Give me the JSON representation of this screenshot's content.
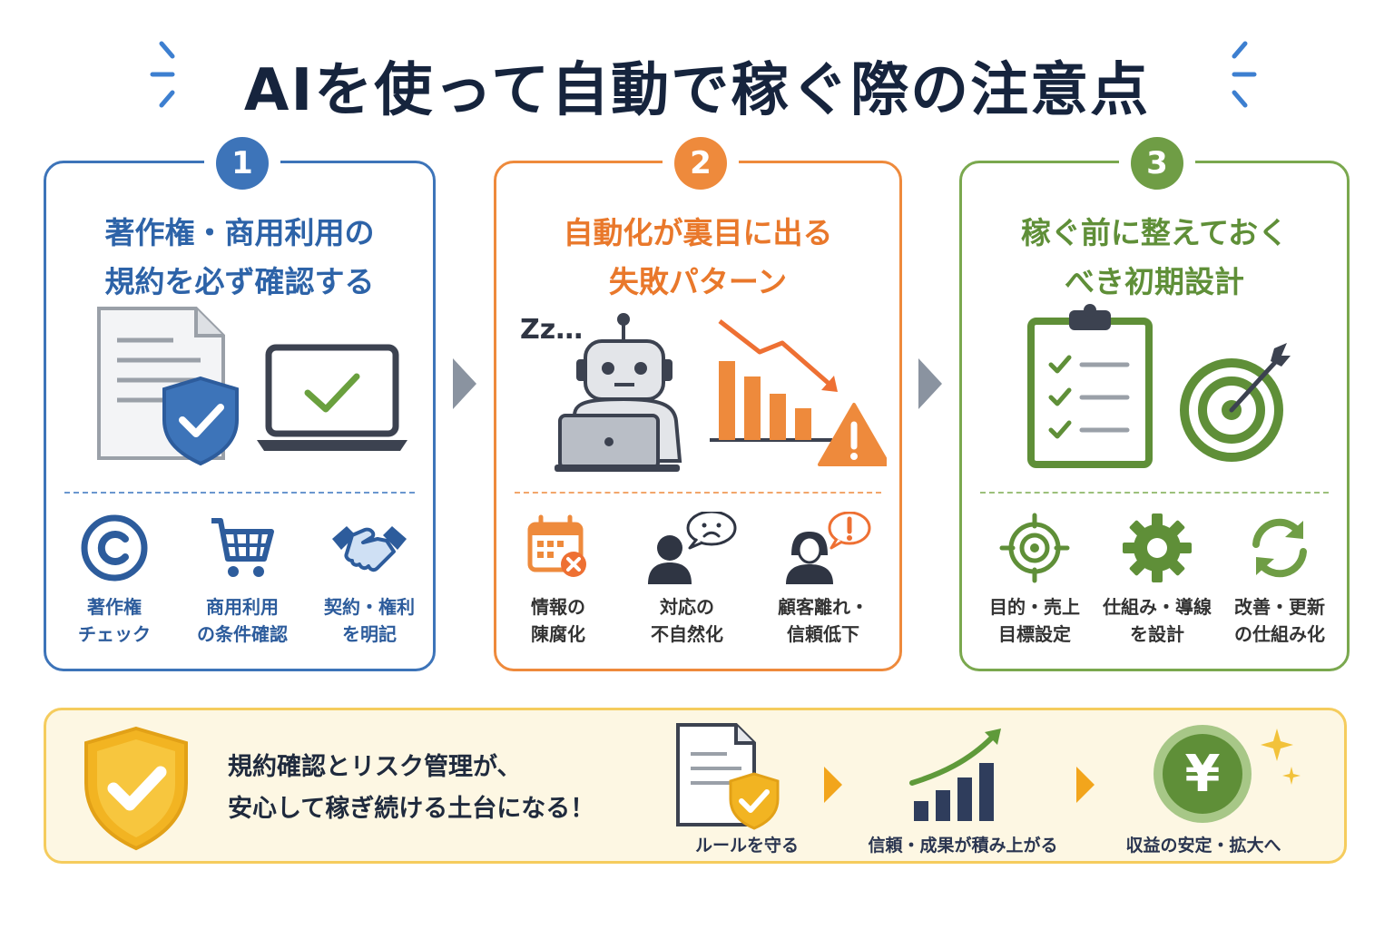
{
  "title": "AIを使って自動で稼ぐ際の注意点",
  "colors": {
    "blue": "#3d74b9",
    "orange": "#ee8a3c",
    "green": "#6f9d45",
    "yellow": "#f5cc5d"
  },
  "cards": [
    {
      "number": "1",
      "title_line1": "著作権・商用利用の",
      "title_line2": "規約を必ず確認する",
      "items": [
        {
          "icon": "copyright-icon",
          "line1": "著作権",
          "line2": "チェック"
        },
        {
          "icon": "shopping-cart-icon",
          "line1": "商用利用",
          "line2": "の条件確認"
        },
        {
          "icon": "handshake-icon",
          "line1": "契約・権利",
          "line2": "を明記"
        }
      ]
    },
    {
      "number": "2",
      "title_line1": "自動化が裏目に出る",
      "title_line2": "失敗パターン",
      "zzz": "Zz…",
      "items": [
        {
          "icon": "calendar-error-icon",
          "line1": "情報の",
          "line2": "陳腐化"
        },
        {
          "icon": "confused-user-icon",
          "line1": "対応の",
          "line2": "不自然化"
        },
        {
          "icon": "alert-customer-icon",
          "line1": "顧客離れ・",
          "line2": "信頼低下"
        }
      ]
    },
    {
      "number": "3",
      "title_line1": "稼ぐ前に整えておく",
      "title_line2": "べき初期設計",
      "items": [
        {
          "icon": "target-crosshair-icon",
          "line1": "目的・売上",
          "line2": "目標設定"
        },
        {
          "icon": "gear-icon",
          "line1": "仕組み・導線",
          "line2": "を設計"
        },
        {
          "icon": "refresh-icon",
          "line1": "改善・更新",
          "line2": "の仕組み化"
        }
      ]
    }
  ],
  "banner": {
    "line1": "規約確認とリスク管理が、",
    "line2": "安心して稼ぎ続ける土台になる！",
    "steps": [
      "ルールを守る",
      "信頼・成果が積み上がる",
      "収益の安定・拡大へ"
    ],
    "yen": "¥"
  }
}
